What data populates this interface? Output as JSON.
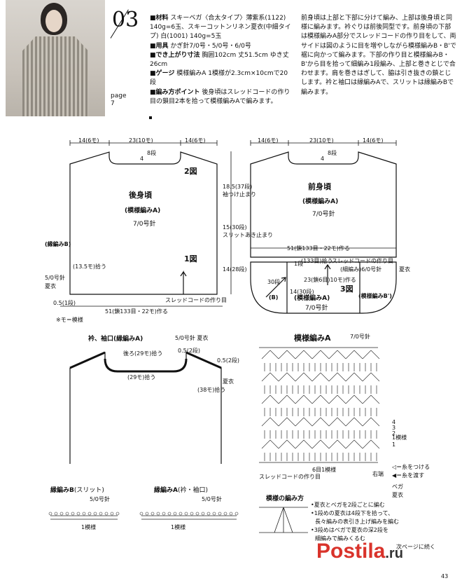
{
  "header": {
    "pattern_number": "03",
    "page_label": "page",
    "page_number": "7"
  },
  "specs": {
    "material_label": "■材料",
    "material_text": "スキーベガ〈合太タイプ〉薄紫系(1122) 140g=6玉、スキーコットンリネン夏衣(中細タイプ) 白(1001) 140g=5玉",
    "tools_label": "■用具",
    "tools_text": "かぎ針7/0号・5/0号・6/0号",
    "size_label": "■でき上がり寸法",
    "size_text": "胸囲102cm 丈51.5cm ゆき丈26cm",
    "gauge_label": "■ゲージ",
    "gauge_text": "模様編みA 1模様が2.3cm×10cmで20段",
    "point_label": "■編み方ポイント",
    "point_text": "後身頃はスレッドコードの作り目の鎖目2本を拾って模様編みAで編みます。"
  },
  "instructions": "前身頃は上部と下部に分けて編み、上部は後身頃と同様に編みます。衿ぐりは前後同型です。前身頃の下部は模様編みA部分でスレッドコードの作り目をして、両サイドは図のように目を増やしながら模様編みB・B'で裾に向かって編みます。下部の作り目と模様編みB・B'から目を拾って細編み1段編み、上部と巻きとじで合わせます。肩を巻きはぎして、脇は引き抜きの鎖とじします。衿と袖口は縁編みAで、スリットは縁編みBで編みます。",
  "back": {
    "title": "後身頃",
    "subtitle": "(模様編みA)",
    "needle": "7/0号針",
    "fig2": "2図",
    "fig1": "1図",
    "top_left": "14(6モ)",
    "top_mid": "23(10モ)",
    "top_right": "14(6モ)",
    "neck": "4",
    "neck_rows": "8段",
    "side1": "18.5(37段)",
    "side1_note": "袖つけ止まり",
    "side2": "15(30段)",
    "side2_note": "スリットあき止まり",
    "side3": "14(28段)",
    "edge_b": "(縁編みB)",
    "pick": "(13.5モ)拾う",
    "needle_5": "5/0号針",
    "yarn": "夏衣",
    "row1": "0.5(1段)",
    "cord": "スレッドコードの作り目",
    "bottom": "51(鎖133目・22モ)作る",
    "legend": "※モ＝模様"
  },
  "front": {
    "title": "前身頃",
    "subtitle": "(模様編みA)",
    "needle": "7/0号針",
    "top_left": "14(6モ)",
    "top_mid": "23(10モ)",
    "top_right": "14(6モ)",
    "neck": "4",
    "neck_rows": "8段",
    "make": "51(鎖133目・22モ)作る",
    "pick133": "(133目)拾う",
    "cord": "スレッドコードの作り目",
    "edge": "(細編み)6/0号針",
    "yarn": "夏衣",
    "row1": "1段",
    "lower_mid": "23(鎖6目)10モ)作る",
    "fig3": "3図",
    "lower_title": "(模様編みA)",
    "lower_needle": "7/0号針",
    "b_left": "30段",
    "b_label": "(B)",
    "b_prime": "(模様編みB')",
    "depth": "14(30段)"
  },
  "collar": {
    "title": "衿、袖口(縁編みA)",
    "needle": "5/0号針 夏衣",
    "back_pick": "後ろ(29モ)拾う",
    "front_pick": "(29モ)拾う",
    "rows": "0.5(2段)",
    "rows2": "0.5(2段)",
    "sleeve_pick": "(38モ)拾う",
    "yarn_side": "夏衣"
  },
  "chartA": {
    "title": "模様編みA",
    "needle": "7/0号針",
    "repeat": "1模様",
    "bottom": "6目1模様",
    "cord": "スレッドコードの作り目",
    "rows": [
      "4",
      "3",
      "2",
      "1"
    ],
    "start": "右端"
  },
  "symbols": {
    "attach": "◁＝糸をつける",
    "cut": "◀＝糸を渡す",
    "bega": "ベガ",
    "natsuki": "夏衣"
  },
  "edgeB": {
    "title": "縁編みB",
    "subtitle": "(スリット)",
    "needle": "5/0号針",
    "repeat": "1模様"
  },
  "edgeA": {
    "title": "縁編みA",
    "subtitle": "(衿・袖口)",
    "needle": "5/0号針",
    "repeat": "1模様"
  },
  "how": {
    "title": "模様の編み方",
    "steps": [
      "•夏衣とベガを2段ごとに編む",
      "•1段めの夏衣は4段下を拾って、",
      "長々編みの表引き上げ編みを編む",
      "•3段めはベガで夏衣の深2段を",
      "細編みで編みくるむ"
    ]
  },
  "footer": {
    "next": "次ページに続く",
    "page": "43"
  },
  "watermark": {
    "brand": "Postila",
    "suffix": ".ru"
  }
}
